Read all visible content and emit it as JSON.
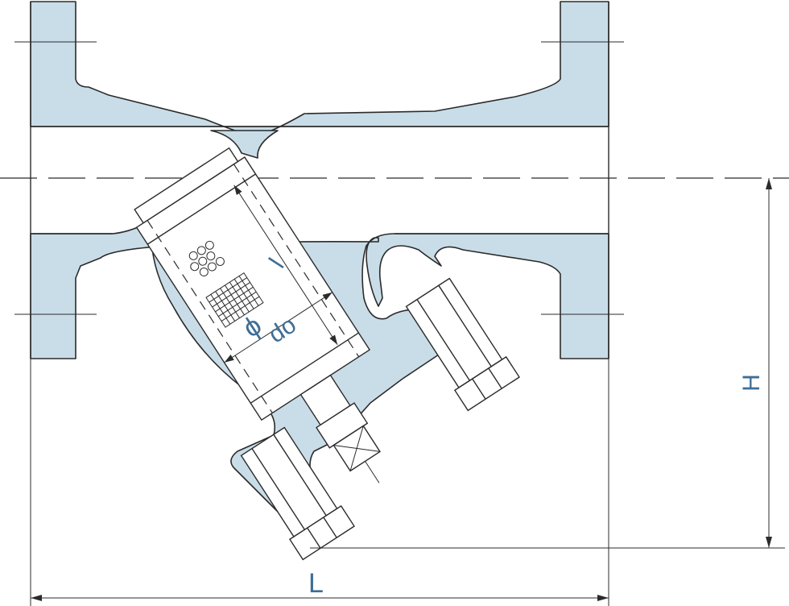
{
  "labels": {
    "length": "L",
    "height": "H",
    "screen_length": "l",
    "screen_diameter_symbol": "ϕ",
    "screen_diameter_sub": "do"
  },
  "colors": {
    "body": "#c9dde8",
    "outline": "#2b2b2b",
    "label": "#3e6e96"
  }
}
